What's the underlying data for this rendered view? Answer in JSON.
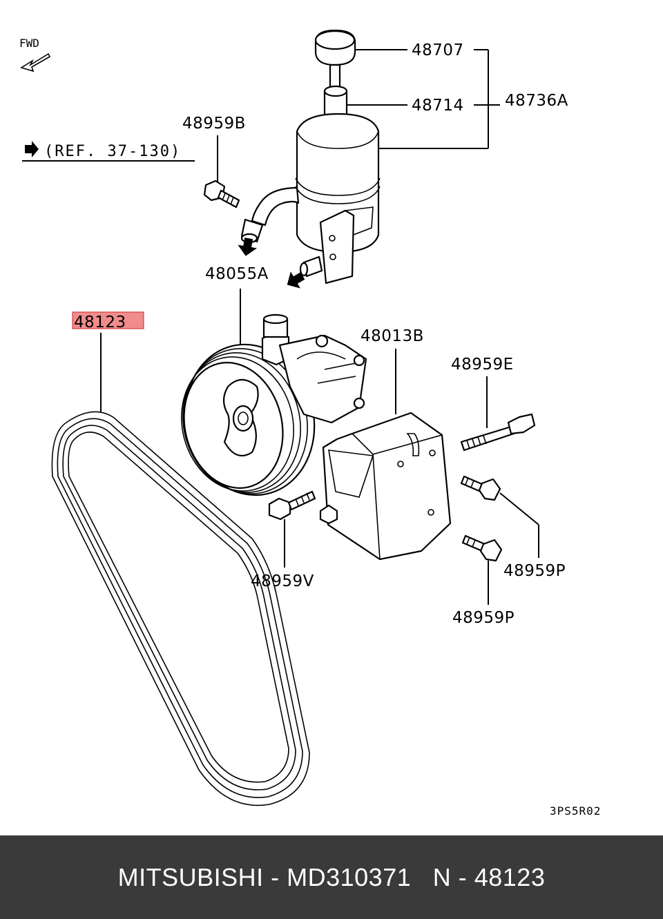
{
  "diagram": {
    "fwd_label": "FWD",
    "ref_label": "(REF. 37-130)",
    "drawing_code": "3PS5R02",
    "highlight_color": "#f08c8c",
    "parts": {
      "p48707": "48707",
      "p48714": "48714",
      "p48736A": "48736A",
      "p48959B": "48959B",
      "p48055A": "48055A",
      "p48123": "48123",
      "p48013B": "48013B",
      "p48959E": "48959E",
      "p48959V": "48959V",
      "p48959P_upper": "48959P",
      "p48959P_lower": "48959P"
    }
  },
  "footer": {
    "text": "MITSUBISHI - MD310371   N - 48123",
    "background": "#3a3a3a"
  }
}
